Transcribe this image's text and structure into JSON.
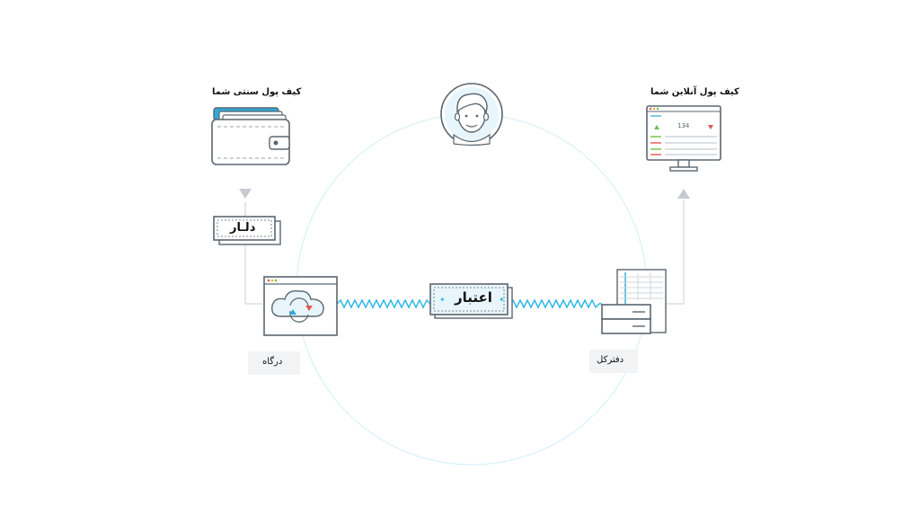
{
  "labels": {
    "traditional_wallet": "کیف پول سنتی شما",
    "online_wallet": "کیف پول آنلاین شما",
    "dollar": "دلـار",
    "credit": "اعتبار",
    "gateway": "درگاه",
    "ledger": "دفترکل",
    "monitor_value": "134"
  },
  "colors": {
    "line_blue": "#29b6e8",
    "circle": "#d7f1fa",
    "outline": "#5b6670",
    "green": "#6cc04a",
    "red": "#e05a4e",
    "cyan": "#2ea9d6",
    "light_fill": "#e8f6fc"
  },
  "icons": {
    "user": "person-avatar-icon",
    "wallet": "wallet-icon",
    "cloud": "cloud-sync-icon",
    "ledger": "server-ledger-icon",
    "monitor": "monitor-dashboard-icon"
  }
}
